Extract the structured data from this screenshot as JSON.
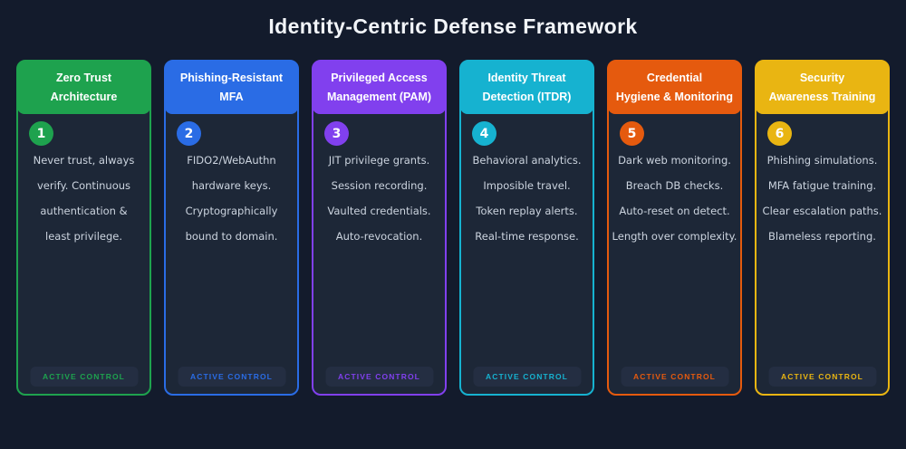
{
  "page": {
    "title": "Identity-Centric Defense Framework",
    "background_color": "#131b2c",
    "card_background_color": "#1d2737",
    "badge_background_color": "#242e42",
    "body_text_color": "#ccd4df"
  },
  "badge_label": "ACTIVE CONTROL",
  "cards": [
    {
      "number": "1",
      "accent_color": "#1ea24e",
      "title_lines": [
        "Zero Trust",
        "Architecture"
      ],
      "body_lines": [
        "Never trust, always",
        "verify. Continuous",
        "authentication &",
        "least privilege."
      ]
    },
    {
      "number": "2",
      "accent_color": "#2a6ce5",
      "title_lines": [
        "Phishing-Resistant",
        "MFA"
      ],
      "body_lines": [
        "FIDO2/WebAuthn",
        "hardware keys.",
        "Cryptographically",
        "bound to domain."
      ]
    },
    {
      "number": "3",
      "accent_color": "#8140ee",
      "title_lines": [
        "Privileged Access",
        "Management (PAM)"
      ],
      "body_lines": [
        "JIT privilege grants.",
        "Session recording.",
        "Vaulted credentials.",
        "Auto-revocation."
      ]
    },
    {
      "number": "4",
      "accent_color": "#16b2d0",
      "title_lines": [
        "Identity Threat",
        "Detection (ITDR)"
      ],
      "body_lines": [
        "Behavioral analytics.",
        "Imposible travel.",
        "Token replay alerts.",
        "Real-time response."
      ]
    },
    {
      "number": "5",
      "accent_color": "#e55a0e",
      "title_lines": [
        "Credential",
        "Hygiene & Monitoring"
      ],
      "body_lines": [
        "Dark web monitoring.",
        "Breach DB checks.",
        "Auto-reset on detect.",
        "Length over complexity."
      ]
    },
    {
      "number": "6",
      "accent_color": "#e9b512",
      "title_lines": [
        "Security",
        "Awareness Training"
      ],
      "body_lines": [
        "Phishing simulations.",
        "MFA fatigue training.",
        "Clear escalation paths.",
        "Blameless reporting."
      ]
    }
  ]
}
